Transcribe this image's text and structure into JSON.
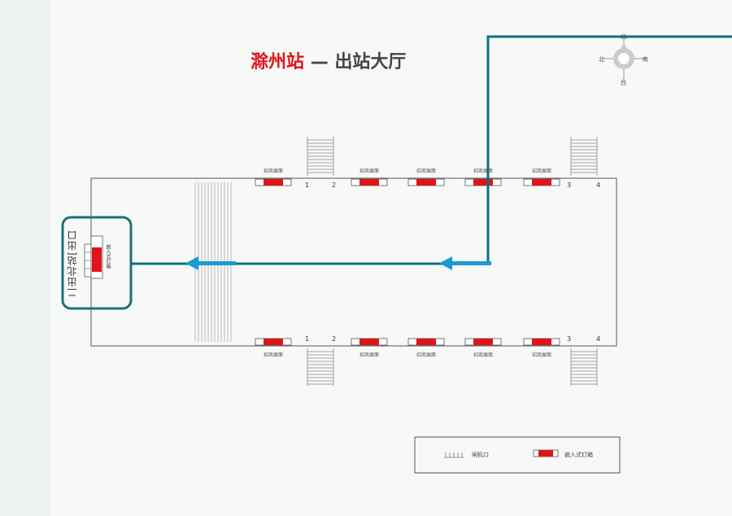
{
  "title": {
    "station": "滁州站",
    "dash": "—",
    "rest": "出站大厅"
  },
  "compass": {
    "north": "北",
    "east": "南",
    "west": "北",
    "south": "西"
  },
  "ads_top": [
    "招商展面",
    "招商展面",
    "招商展面",
    "招商展面",
    "招商展面"
  ],
  "ads_bottom": [
    "招商展面",
    "招商展面",
    "招商展面",
    "招商展面",
    "招商展面"
  ],
  "gate_numbers": [
    "1",
    "2",
    "3",
    "4"
  ],
  "exit": {
    "label": "二出北站[出口",
    "small": "嵌入式灯箱"
  },
  "legend": {
    "gate": "闸机口",
    "lightbox": "嵌入式灯箱"
  },
  "colors": {
    "route": "#0d6f84",
    "arrow": "#1b9ad6",
    "lightbox": "#e2141b",
    "exit_box": "#1f6f78"
  }
}
